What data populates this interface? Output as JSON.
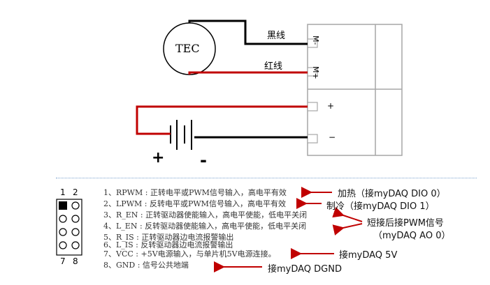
{
  "tec_label": "TEC",
  "black_wire_label": "黑线",
  "red_wire_label": "红线",
  "terminals": [
    "M-",
    "M+",
    "+",
    "−"
  ],
  "battery_plus": "+",
  "battery_minus": "-",
  "header_top_numbers": [
    "1",
    "2"
  ],
  "header_bottom_numbers": [
    "7",
    "8"
  ],
  "pins": [
    {
      "text": "1、RPWM  : 正转电平或PWM信号输入，高电平有效"
    },
    {
      "text": "2、LPWM  : 反转电平或PWM信号输入，高电平有效"
    },
    {
      "text": "3、R_EN  : 正转驱动器使能输入，高电平使能，低电平关闭"
    },
    {
      "text": "4、L_EN  : 反转驱动器使能输入，高电平使能，低电平关闭"
    },
    {
      "text": "5、R_IS  : 正转驱动器边电流报警输出"
    },
    {
      "text": "6、L_IS  : 反转驱动器边电流报警输出"
    },
    {
      "text": "7、VCC   : +5V电源输入，与单片机5V电源连接。"
    },
    {
      "text": "8、GND   : 信号公共地端"
    }
  ],
  "annotations": {
    "heat": "加热（接myDAQ DIO 0）",
    "cool": "制冷（接myDAQ DIO 1）",
    "pwm": "短接后接PWM信号",
    "pwm2": "（myDAQ AO 0）",
    "vcc": "接myDAQ 5V",
    "gnd": "接myDAQ DGND"
  },
  "colors": {
    "red_wire": "#c00000",
    "black_wire": "#000000",
    "terminal_block": "#a6a6a6",
    "arrow": "#c00000",
    "divider": "#7aa3cf"
  }
}
